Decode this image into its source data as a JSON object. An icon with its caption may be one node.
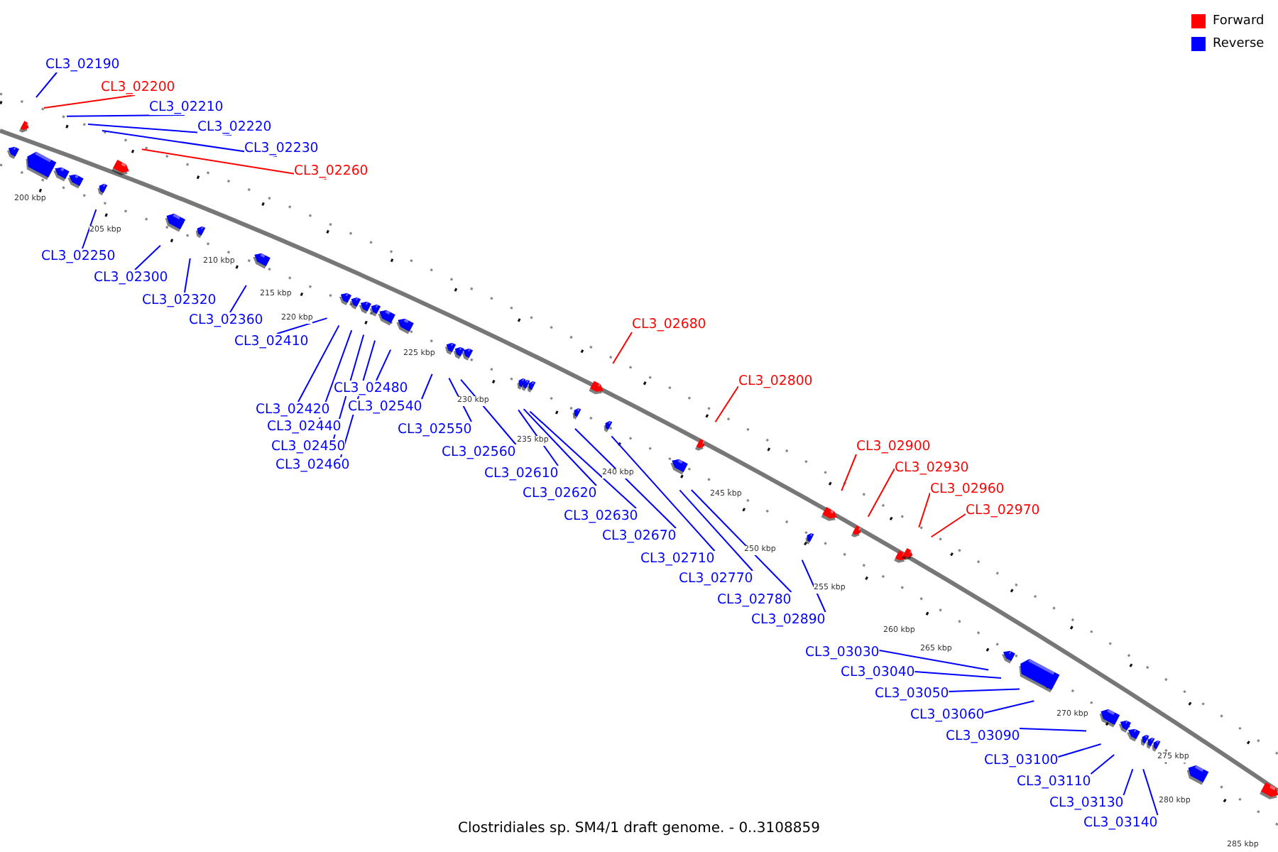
{
  "diagram": {
    "caption": "Clostridiales sp. SM4/1 draft genome. - 0..3108859",
    "nodes": [
      {
        "text": [
          "CL3_02190"
        ]
      },
      {
        "text": [
          "CL3_02200"
        ]
      },
      {
        "text": [
          "CL3_02210"
        ]
      },
      {
        "text": [
          "CL3_02220"
        ]
      },
      {
        "text": [
          "CL3_02230"
        ]
      },
      {
        "text": [
          "CL3_02260"
        ]
      },
      {
        "text": [
          "CL3_02250"
        ]
      },
      {
        "text": [
          "CL3_02300"
        ]
      },
      {
        "text": [
          "CL3_02320"
        ]
      },
      {
        "text": [
          "CL3_02360"
        ]
      },
      {
        "text": [
          "CL3_02410"
        ]
      },
      {
        "text": [
          "CL3_02420"
        ]
      },
      {
        "text": [
          "CL3_02440"
        ]
      },
      {
        "text": [
          "CL3_02450"
        ]
      },
      {
        "text": [
          "CL3_02460"
        ]
      },
      {
        "text": [
          "CL3_02480"
        ]
      },
      {
        "text": [
          "CL3_02540"
        ]
      },
      {
        "text": [
          "CL3_02550"
        ]
      },
      {
        "text": [
          "CL3_02560"
        ]
      },
      {
        "text": [
          "CL3_02610"
        ]
      },
      {
        "text": [
          "CL3_02620"
        ]
      },
      {
        "text": [
          "CL3_02630"
        ]
      },
      {
        "text": [
          "CL3_02670"
        ]
      },
      {
        "text": [
          "CL3_02710"
        ]
      },
      {
        "text": [
          "CL3_02770"
        ]
      },
      {
        "text": [
          "CL3_02780"
        ]
      },
      {
        "text": [
          "CL3_02890"
        ]
      },
      {
        "text": [
          "CL3_02680"
        ]
      },
      {
        "text": [
          "CL3_02800"
        ]
      },
      {
        "text": [
          "CL3_02900"
        ]
      },
      {
        "text": [
          "CL3_02930"
        ]
      },
      {
        "text": [
          "CL3_02960"
        ]
      },
      {
        "text": [
          "CL3_02970"
        ]
      },
      {
        "text": [
          "CL3_03030"
        ]
      },
      {
        "text": [
          "CL3_03040"
        ]
      },
      {
        "text": [
          "CL3_03050"
        ]
      },
      {
        "text": [
          "CL3_03060"
        ]
      },
      {
        "text": [
          "CL3_03090"
        ]
      },
      {
        "text": [
          "CL3_03100"
        ]
      },
      {
        "text": [
          "CL3_03110"
        ]
      },
      {
        "text": [
          "CL3_03130"
        ]
      },
      {
        "text": [
          "CL3_03140"
        ]
      }
    ],
    "edges": [
      {
        "from": 0,
        "to": null,
        "arrow": "none"
      },
      {
        "from": 1,
        "to": null,
        "arrow": "none",
        "color": "#ff0000"
      },
      {
        "from": 2,
        "to": null,
        "arrow": "none"
      },
      {
        "from": 3,
        "to": null,
        "arrow": "none"
      },
      {
        "from": 4,
        "to": null,
        "arrow": "none"
      },
      {
        "from": 5,
        "to": null,
        "arrow": "none",
        "color": "#ff0000"
      },
      {
        "from": 6,
        "to": null,
        "arrow": "none"
      },
      {
        "from": 7,
        "to": null,
        "arrow": "none"
      },
      {
        "from": 8,
        "to": null,
        "arrow": "none"
      },
      {
        "from": 9,
        "to": null,
        "arrow": "none"
      },
      {
        "from": 10,
        "to": null,
        "arrow": "none"
      },
      {
        "from": 11,
        "to": null,
        "arrow": "none"
      },
      {
        "from": 12,
        "to": null,
        "arrow": "none"
      },
      {
        "from": 13,
        "to": null,
        "arrow": "none"
      },
      {
        "from": 14,
        "to": null,
        "arrow": "none"
      },
      {
        "from": 15,
        "to": null,
        "arrow": "none"
      },
      {
        "from": 16,
        "to": null,
        "arrow": "none"
      },
      {
        "from": 17,
        "to": null,
        "arrow": "none"
      },
      {
        "from": 18,
        "to": null,
        "arrow": "none"
      },
      {
        "from": 19,
        "to": null,
        "arrow": "none"
      },
      {
        "from": 20,
        "to": null,
        "arrow": "none"
      },
      {
        "from": 21,
        "to": null,
        "arrow": "none"
      },
      {
        "from": 22,
        "to": null,
        "arrow": "none"
      },
      {
        "from": 23,
        "to": null,
        "arrow": "none"
      },
      {
        "from": 24,
        "to": null,
        "arrow": "none"
      },
      {
        "from": 25,
        "to": null,
        "arrow": "none"
      },
      {
        "from": 26,
        "to": null,
        "arrow": "none"
      },
      {
        "from": 27,
        "to": null,
        "arrow": "none",
        "color": "#ff0000"
      },
      {
        "from": 28,
        "to": null,
        "arrow": "none",
        "color": "#ff0000"
      },
      {
        "from": 29,
        "to": null,
        "arrow": "none",
        "color": "#ff0000"
      },
      {
        "from": 30,
        "to": null,
        "arrow": "none",
        "color": "#ff0000"
      },
      {
        "from": 31,
        "to": null,
        "arrow": "none",
        "color": "#ff0000"
      },
      {
        "from": 32,
        "to": null,
        "arrow": "none",
        "color": "#ff0000"
      },
      {
        "from": 33,
        "to": null,
        "arrow": "none"
      },
      {
        "from": 34,
        "to": null,
        "arrow": "none"
      },
      {
        "from": 35,
        "to": null,
        "arrow": "none"
      },
      {
        "from": 36,
        "to": null,
        "arrow": "none"
      },
      {
        "from": 37,
        "to": null,
        "arrow": "none"
      },
      {
        "from": 38,
        "to": null,
        "arrow": "none"
      },
      {
        "from": 39,
        "to": null,
        "arrow": "none"
      },
      {
        "from": 40,
        "to": null,
        "arrow": "none"
      },
      {
        "from": 41,
        "to": null,
        "arrow": "none"
      }
    ],
    "labels": [
      "200 kbp",
      "205 kbp",
      "210 kbp",
      "215 kbp",
      "220 kbp",
      "225 kbp",
      "230 kbp",
      "235 kbp",
      "240 kbp",
      "245 kbp",
      "250 kbp",
      "255 kbp",
      "260 kbp",
      "265 kbp",
      "270 kbp",
      "275 kbp",
      "280 kbp",
      "285 kbp"
    ],
    "legend": [
      {
        "text": "Forward",
        "color": "#ff0000"
      },
      {
        "text": "Reverse",
        "color": "#0000ff"
      }
    ]
  }
}
